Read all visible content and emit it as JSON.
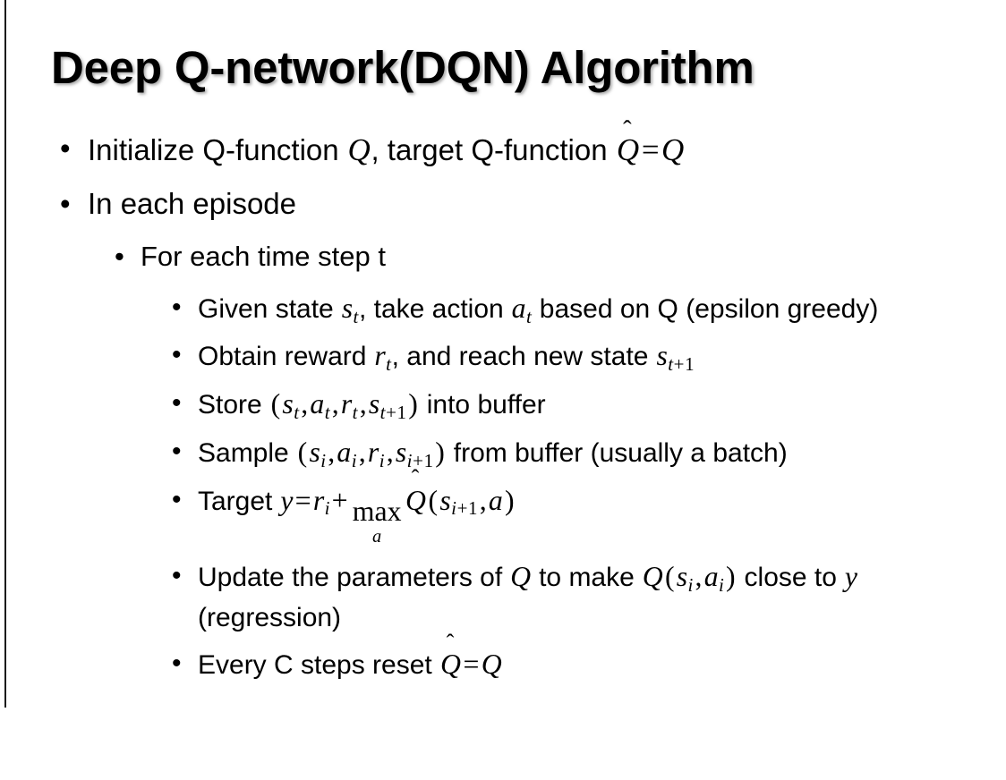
{
  "slide": {
    "title": "Deep Q-network(DQN) Algorithm",
    "background_color": "#ffffff",
    "text_color": "#000000",
    "edge_rule_color": "#1b1b1b"
  },
  "bullets": {
    "b1": {
      "level": 1,
      "marker": "•",
      "pre": "Initialize Q-function ",
      "var1": "Q",
      "mid": ", target Q-function ",
      "qhat": "Q",
      "eq": "=",
      "var2": "Q"
    },
    "b2": {
      "level": 1,
      "marker": "•",
      "text": "In each episode"
    },
    "b3": {
      "level": 2,
      "marker": "•",
      "text": "For each time step t"
    },
    "b4": {
      "level": 3,
      "marker": "•",
      "pre": "Given state ",
      "s": "s",
      "s_sub": "t",
      "mid": ", take action ",
      "a": "a",
      "a_sub": "t",
      "post": " based on Q (epsilon greedy)"
    },
    "b5": {
      "level": 3,
      "marker": "•",
      "pre": "Obtain reward ",
      "r": "r",
      "r_sub": "t",
      "mid": ", and reach new state ",
      "s": "s",
      "s_sub_i": "t",
      "s_sub_op": "+",
      "s_sub_n": "1"
    },
    "b6": {
      "level": 3,
      "marker": "•",
      "pre": "Store ",
      "open": "(",
      "s1": "s",
      "s1_sub": "t",
      "c1": ",",
      "a1": "a",
      "a1_sub": "t",
      "c2": ",",
      "r1": "r",
      "r1_sub": "t",
      "c3": ",",
      "s2": "s",
      "s2_sub_i": "t",
      "s2_sub_op": "+",
      "s2_sub_n": "1",
      "close": ")",
      "post": " into buffer"
    },
    "b7": {
      "level": 3,
      "marker": "•",
      "pre": "Sample ",
      "open": "(",
      "s1": "s",
      "s1_sub": "i",
      "c1": ",",
      "a1": "a",
      "a1_sub": "i",
      "c2": ",",
      "r1": "r",
      "r1_sub": "i",
      "c3": ",",
      "s2": "s",
      "s2_sub_i": "i",
      "s2_sub_op": "+",
      "s2_sub_n": "1",
      "close": ")",
      "post": " from buffer (usually a batch)"
    },
    "b8": {
      "level": 3,
      "marker": "•",
      "pre": "Target ",
      "y": "y",
      "eq": "=",
      "r": "r",
      "r_sub": "i",
      "plus": "+",
      "op": "max",
      "op_limit": "a",
      "qhat": "Q",
      "open": "(",
      "s": "s",
      "s_sub_i": "i",
      "s_sub_op": "+",
      "s_sub_n": "1",
      "comma": ",",
      "a": "a",
      "close": ")"
    },
    "b9": {
      "level": 3,
      "marker": "•",
      "pre": "Update the parameters of ",
      "q1": "Q",
      "mid": " to make ",
      "q2": "Q",
      "open": "(",
      "s": "s",
      "s_sub": "i",
      "comma": ",",
      "a": "a",
      "a_sub": "i",
      "close": ")",
      "post": " close to ",
      "y": "y",
      "tail": " (regression)"
    },
    "b10": {
      "level": 3,
      "marker": "•",
      "pre": "Every C steps reset ",
      "qhat": "Q",
      "eq": "=",
      "q": "Q"
    }
  }
}
